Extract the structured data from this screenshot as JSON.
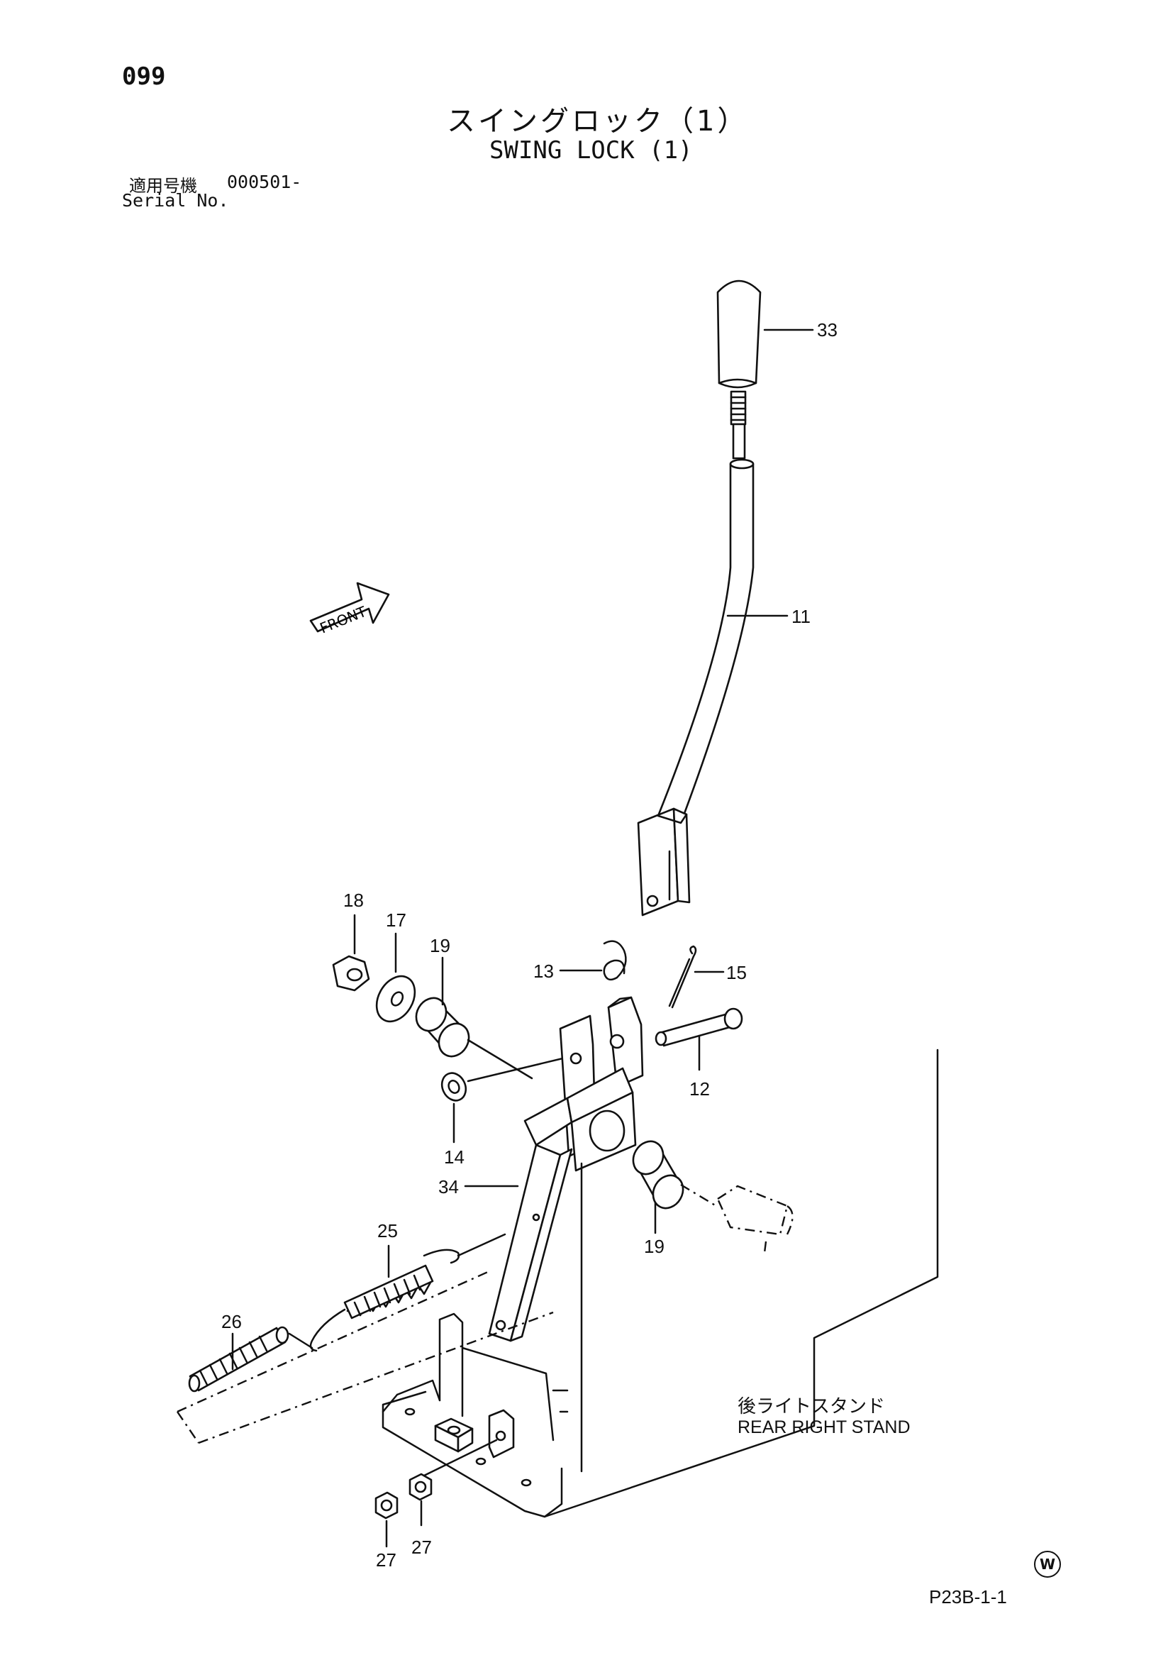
{
  "header": {
    "page_number": "099",
    "title_jp": "スイングロック（1）",
    "title_en": "SWING LOCK (1)",
    "serial_label_jp": "適用号機",
    "serial_value": "000501-",
    "serial_label_en": "Serial No."
  },
  "diagram": {
    "front_label": "FRONT",
    "callouts": [
      {
        "id": "c33",
        "label": "33"
      },
      {
        "id": "c11",
        "label": "11"
      },
      {
        "id": "c18",
        "label": "18"
      },
      {
        "id": "c17",
        "label": "17"
      },
      {
        "id": "c19a",
        "label": "19"
      },
      {
        "id": "c13",
        "label": "13"
      },
      {
        "id": "c15",
        "label": "15"
      },
      {
        "id": "c12",
        "label": "12"
      },
      {
        "id": "c14",
        "label": "14"
      },
      {
        "id": "c34",
        "label": "34"
      },
      {
        "id": "c19b",
        "label": "19"
      },
      {
        "id": "c25",
        "label": "25"
      },
      {
        "id": "c26",
        "label": "26"
      },
      {
        "id": "c27a",
        "label": "27"
      },
      {
        "id": "c27b",
        "label": "27"
      }
    ],
    "stand_label_jp": "後ライトスタンド",
    "stand_label_en": "REAR RIGHT STAND"
  },
  "footer": {
    "code": "P23B-1-1",
    "mark": "W"
  }
}
